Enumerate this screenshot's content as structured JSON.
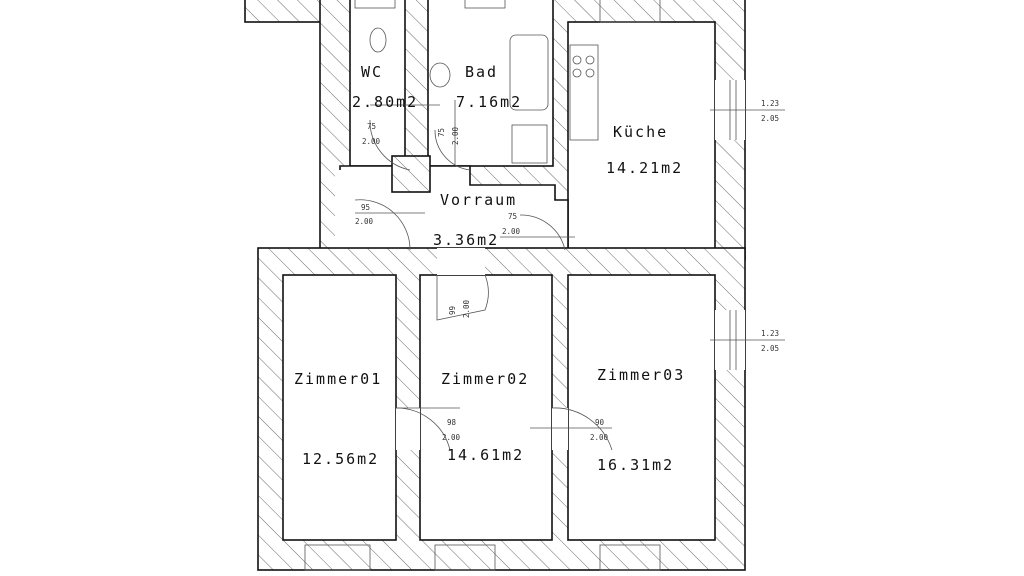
{
  "rooms": {
    "wc": {
      "name": "WC",
      "area": "2.80m2"
    },
    "bad": {
      "name": "Bad",
      "area": "7.16m2"
    },
    "kueche": {
      "name": "Küche",
      "area": "14.21m2"
    },
    "vorraum": {
      "name": "Vorraum",
      "area": "3.36m2"
    },
    "zimmer01": {
      "name": "Zimmer01",
      "area": "12.56m2"
    },
    "zimmer02": {
      "name": "Zimmer02",
      "area": "14.61m2"
    },
    "zimmer03": {
      "name": "Zimmer03",
      "area": "16.31m2"
    }
  },
  "doors": {
    "wc": {
      "width": "75",
      "height": "2.00"
    },
    "bad": {
      "width": "75",
      "height": "2.00"
    },
    "entry": {
      "width": "95",
      "height": "2.00"
    },
    "kueche": {
      "width": "75",
      "height": "2.00"
    },
    "zimmer02": {
      "width": "99",
      "height": "2.00"
    },
    "zimmer01": {
      "width": "98",
      "height": "2.00"
    },
    "zimmer03": {
      "width": "90",
      "height": "2.00"
    }
  },
  "windows": {
    "kueche": {
      "width": "1.23",
      "height": "2.05"
    },
    "zimmer03": {
      "width": "1.23",
      "height": "2.05"
    }
  }
}
